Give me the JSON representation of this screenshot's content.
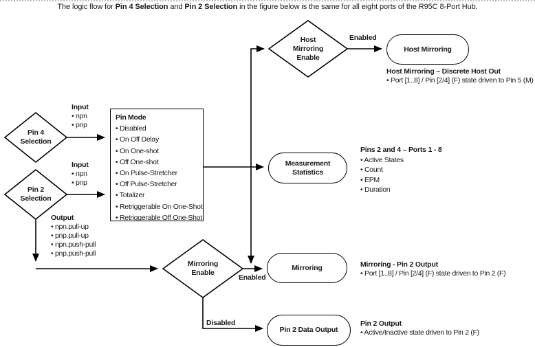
{
  "colors": {
    "ink": "#1a1a1a",
    "line": "#000000",
    "background": "#ffffff"
  },
  "note": {
    "pre": "The logic flow for ",
    "bold1": "Pin 4 Selection",
    "mid": " and ",
    "bold2": "Pin 2 Selection",
    "post": " in the figure below is the same for all eight ports of the R95C 8-Port Hub."
  },
  "nodes": {
    "pin4": {
      "line1": "Pin 4",
      "line2": "Selection"
    },
    "pin2": {
      "line1": "Pin 2",
      "line2": "Selection"
    },
    "host_mirroring_enable": {
      "line1": "Host",
      "line2": "Mirroring",
      "line3": "Enable"
    },
    "mirroring_enable": {
      "line1": "Mirroring",
      "line2": "Enable"
    },
    "host_mirroring": {
      "label": "Host Mirroring"
    },
    "measurement_statistics": {
      "line1": "Measurement",
      "line2": "Statistics"
    },
    "mirroring": {
      "label": "Mirroring"
    },
    "pin2_data_output": {
      "label": "Pin 2 Data Output"
    },
    "pin_mode": {
      "title": "Pin Mode",
      "items": [
        "• Disabled",
        "• On Off Delay",
        "• On One-shot",
        "• Off One-shot",
        "• On Pulse-Stretcher",
        "• Off Pulse-Stretcher",
        "• Totalizer",
        "• Retriggerable On One-Shot",
        "• Retriggerable Off One-Shot"
      ]
    }
  },
  "edge_labels": {
    "enabled_top": "Enabled",
    "enabled_mid": "Enabled",
    "disabled": "Disabled"
  },
  "annotations": {
    "pin4_input": {
      "title": "Input",
      "items": [
        "• npn",
        "• pnp"
      ]
    },
    "pin2_input": {
      "title": "Input",
      "items": [
        "• npn",
        "• pnp"
      ]
    },
    "pin2_output": {
      "title": "Output",
      "items": [
        "• npn.pull-up",
        "• pnp.pull-up",
        "• npn.push-pull",
        "• pnp.push-pull"
      ]
    },
    "host_mirroring_out": {
      "title": "Host Mirroring – Discrete Host Out",
      "items": [
        "• Port [1..8] / Pin [2/4] (F) state driven to Pin 5 (M)"
      ]
    },
    "measurement_out": {
      "title": "Pins 2 and 4 – Ports 1 - 8",
      "items": [
        "• Active States",
        "• Count",
        "• EPM",
        "• Duration"
      ]
    },
    "mirroring_out": {
      "title": "Mirroring - Pin 2 Output",
      "items": [
        "• Port [1..8] / Pin [2/4] (F) state driven to Pin 2 (F)"
      ]
    },
    "pin2_out": {
      "title": "Pin 2 Output",
      "items": [
        "• Active/Inactive state driven to Pin 2 (F)"
      ]
    }
  }
}
